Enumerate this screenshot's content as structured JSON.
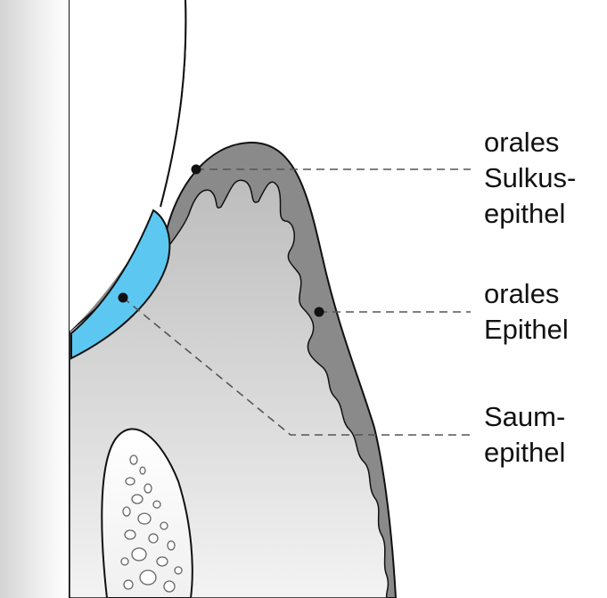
{
  "labels": {
    "oral_sulcular_epithelium": {
      "line1": "orales",
      "line2": "Sulkus-",
      "line3": "epithel"
    },
    "oral_epithelium": {
      "line1": "orales",
      "line2": "Epithel"
    },
    "junctional_epithelium": {
      "line1": "Saum-",
      "line2": "epithel"
    }
  },
  "colors": {
    "junctional_epithelium": "#5cc8f2",
    "epithelium_dark": "#8a8a8a",
    "connective_tissue": "#c8c8c8",
    "outline": "#111111",
    "leader_line": "#555555"
  }
}
